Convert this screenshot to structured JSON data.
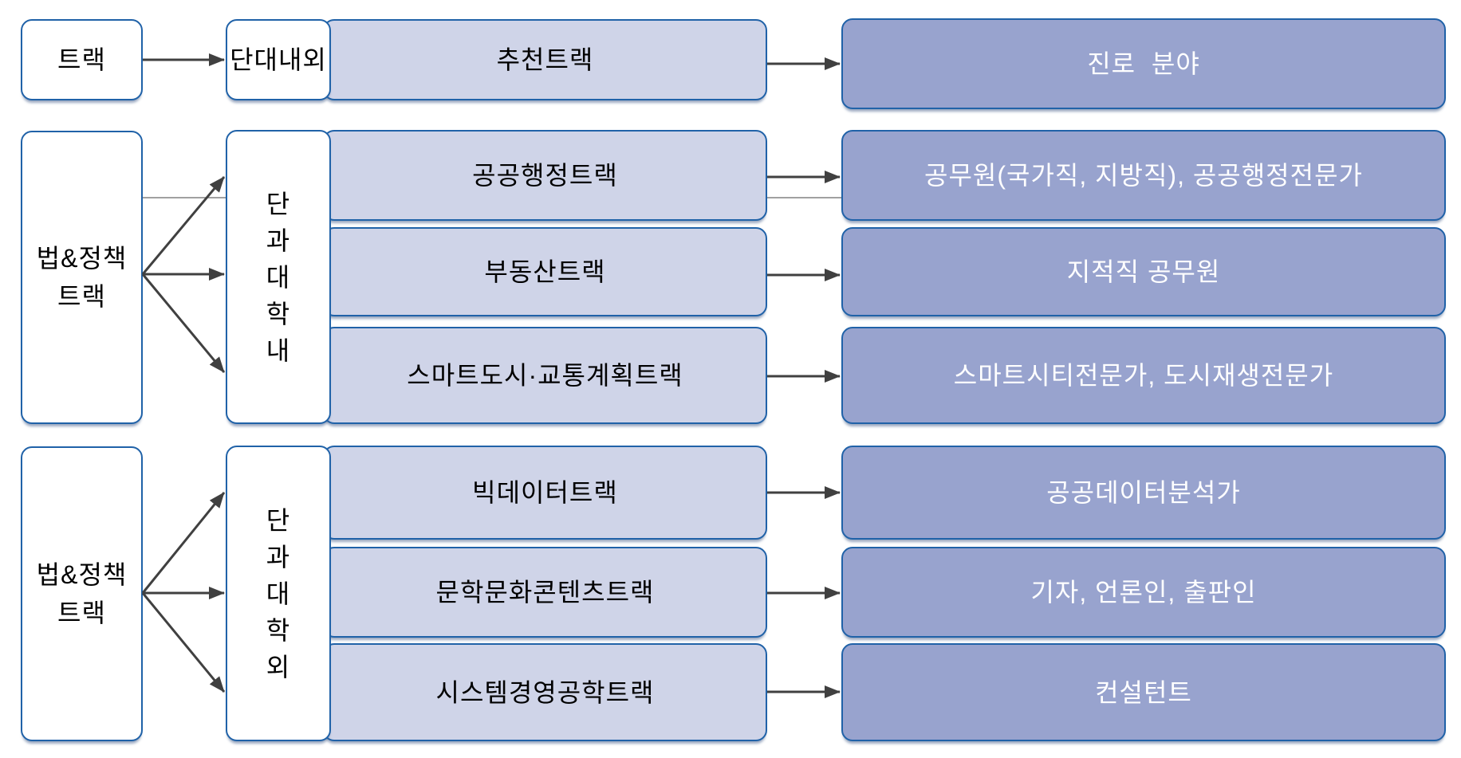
{
  "header": {
    "track": "트랙",
    "scope": "단대내외",
    "recommended_track": "추천트랙",
    "career_field": "진로  분야"
  },
  "sections": [
    {
      "group": "법&정책\n트랙",
      "college": "단\n과\n대\n학\n내",
      "rows": [
        {
          "track": "공공행정트랙",
          "career": "공무원(국가직, 지방직), 공공행정전문가"
        },
        {
          "track": "부동산트랙",
          "career": "지적직 공무원"
        },
        {
          "track": "스마트도시·교통계획트랙",
          "career": "스마트시티전문가, 도시재생전문가"
        }
      ]
    },
    {
      "group": "법&정책\n트랙",
      "college": "단\n과\n대\n학\n외",
      "rows": [
        {
          "track": "빅데이터트랙",
          "career": "공공데이터분석가"
        },
        {
          "track": "문학문화콘텐츠트랙",
          "career": "기자, 언론인, 출판인"
        },
        {
          "track": "시스템경영공학트랙",
          "career": "컨설턴트"
        }
      ]
    }
  ],
  "colors": {
    "box_border": "#2062a8",
    "track_fill": "#cfd4e8",
    "career_fill": "#98a3ce",
    "white_fill": "#ffffff",
    "arrow": "#404040",
    "thin_line": "#808080",
    "text_dark": "#000000",
    "text_light": "#ffffff"
  }
}
